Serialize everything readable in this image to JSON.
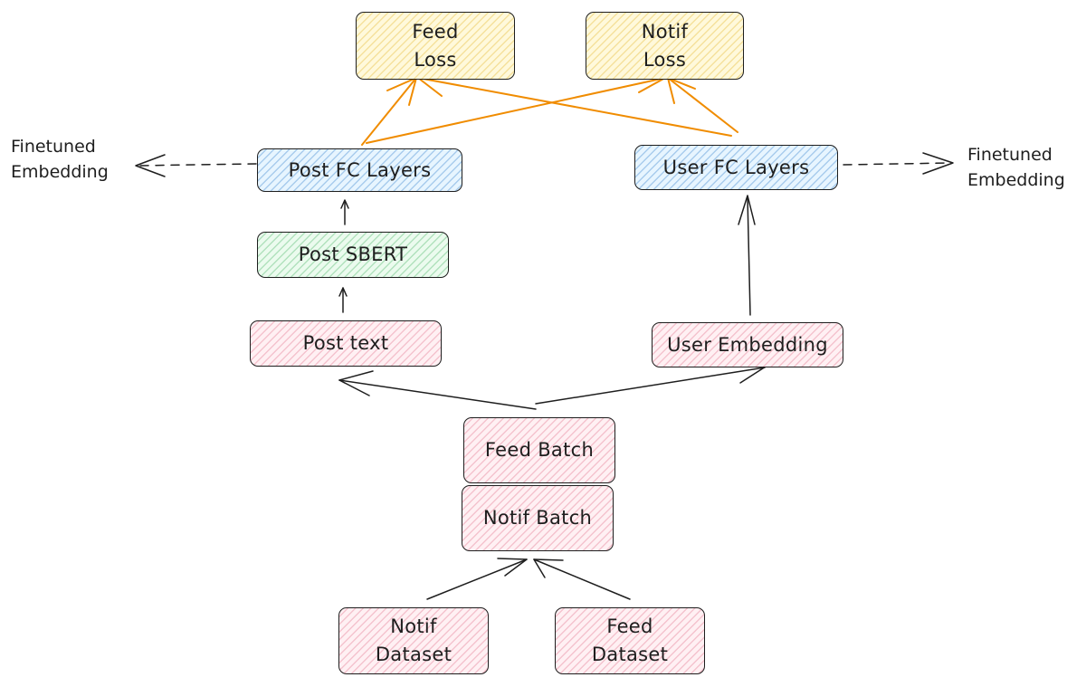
{
  "nodes": {
    "feed_loss": "Feed\nLoss",
    "notif_loss": "Notif\nLoss",
    "post_fc_layers": "Post FC Layers",
    "user_fc_layers": "User FC Layers",
    "post_sbert": "Post SBERT",
    "post_text": "Post text",
    "user_embedding": "User Embedding",
    "feed_batch": "Feed Batch",
    "notif_batch": "Notif Batch",
    "notif_dataset": "Notif\nDataset",
    "feed_dataset": "Feed\nDataset"
  },
  "outputs": {
    "left_finetuned_embedding": "Finetuned\nEmbedding",
    "right_finetuned_embedding": "Finetuned\nEmbedding"
  },
  "colors": {
    "stroke": "#1e1e1e",
    "loss_arrows": "#f08c00",
    "loss_fill": "#fff9db",
    "fc_fill": "#e7f5ff",
    "sbert_fill": "#ebfbee",
    "input_fill": "#fff0f3"
  }
}
